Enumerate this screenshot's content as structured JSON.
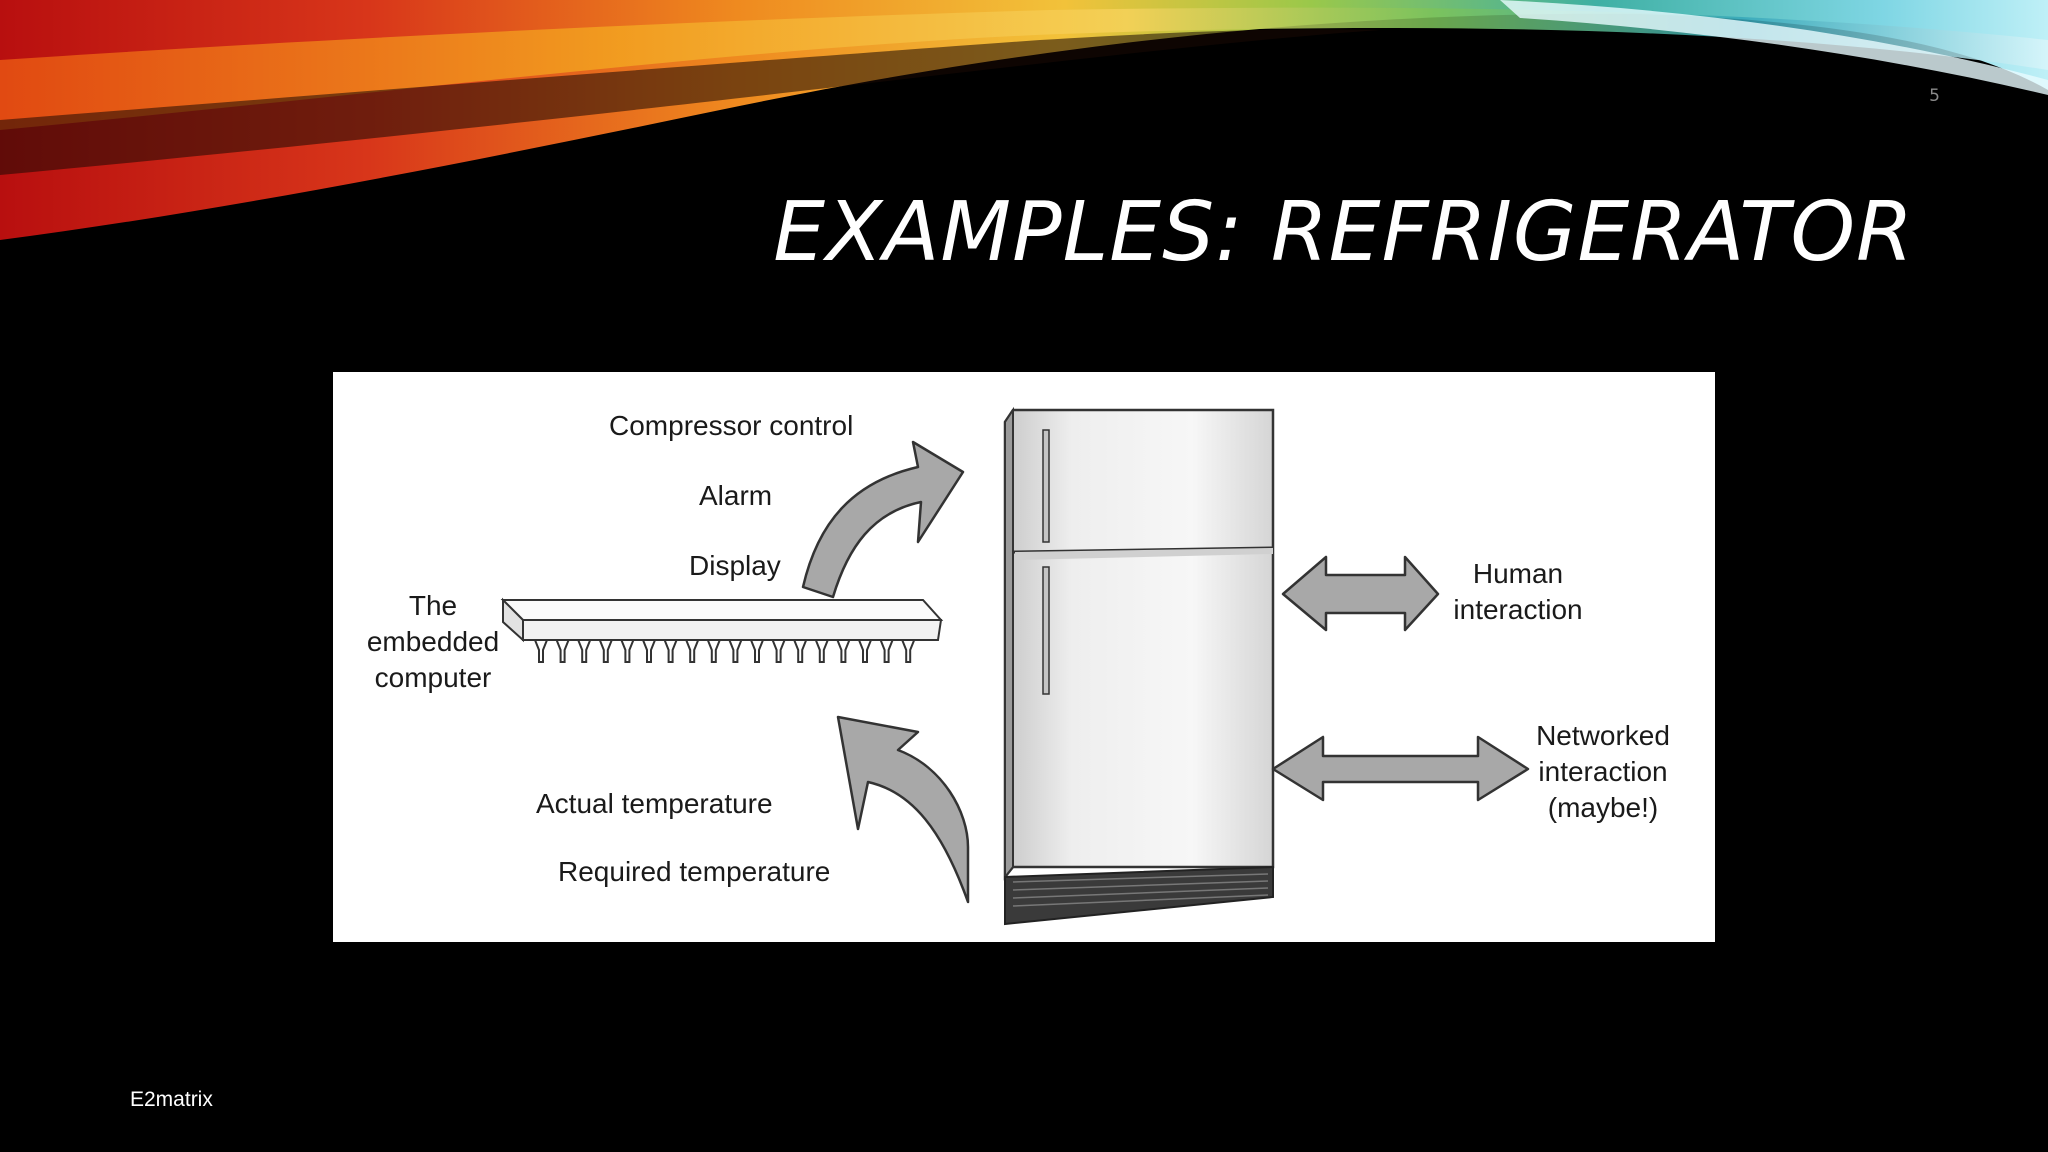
{
  "slide": {
    "number": "5",
    "title": "EXAMPLES: REFRIGERATOR",
    "footer": "E2matrix"
  },
  "diagram": {
    "labels": {
      "compressor_control": "Compressor control",
      "alarm": "Alarm",
      "display": "Display",
      "embedded_computer": [
        "The",
        "embedded",
        "computer"
      ],
      "actual_temperature": "Actual temperature",
      "required_temperature": "Required temperature",
      "human_interaction": [
        "Human",
        "interaction"
      ],
      "networked_interaction": [
        "Networked",
        "interaction",
        "(maybe!)"
      ]
    },
    "colors": {
      "arrow_fill": "#a8a8a8",
      "arrow_stroke": "#333333",
      "panel_bg": "#ffffff"
    }
  }
}
